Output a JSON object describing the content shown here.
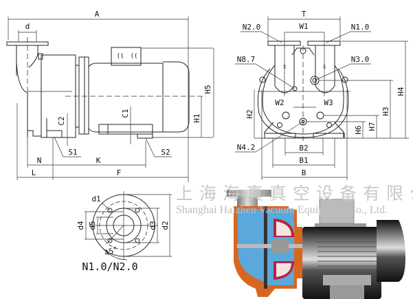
{
  "side_view": {
    "labels": {
      "A": "A",
      "d": "d",
      "C1": "C1",
      "C2": "C2",
      "S1": "S1",
      "S2": "S2",
      "N": "N",
      "K": "K",
      "L": "L",
      "F": "F",
      "H1": "H1",
      "H5": "H5"
    }
  },
  "front_view": {
    "labels": {
      "T": "T",
      "W1": "W1",
      "N2_0": "N2.0",
      "N1_0": "N1.0",
      "N8_7": "N8.7",
      "N3_0": "N3.0",
      "W2": "W2",
      "W3": "W3",
      "H2": "H2",
      "H3": "H3",
      "H4": "H4",
      "H6": "H6",
      "H7": "H7",
      "N4_2": "N4.2",
      "B2": "B2",
      "B1": "B1",
      "B": "B"
    }
  },
  "flange_view": {
    "labels": {
      "d1": "d1",
      "d2": "d2",
      "d3": "d3",
      "d4": "d4",
      "d5": "d5",
      "angle": "45°"
    },
    "caption": "N1.0/N2.0"
  },
  "watermark": {
    "chinese": "上海海真真空设备有限公司",
    "english": "Shanghai Haizhen Vacuum Equipment Co., Ltd."
  },
  "colors": {
    "casing": "#d9661f",
    "water": "#5aa8dc",
    "impeller": "#b5243a",
    "motor": "#2a2a2a",
    "steel": "#a8a8a8"
  }
}
